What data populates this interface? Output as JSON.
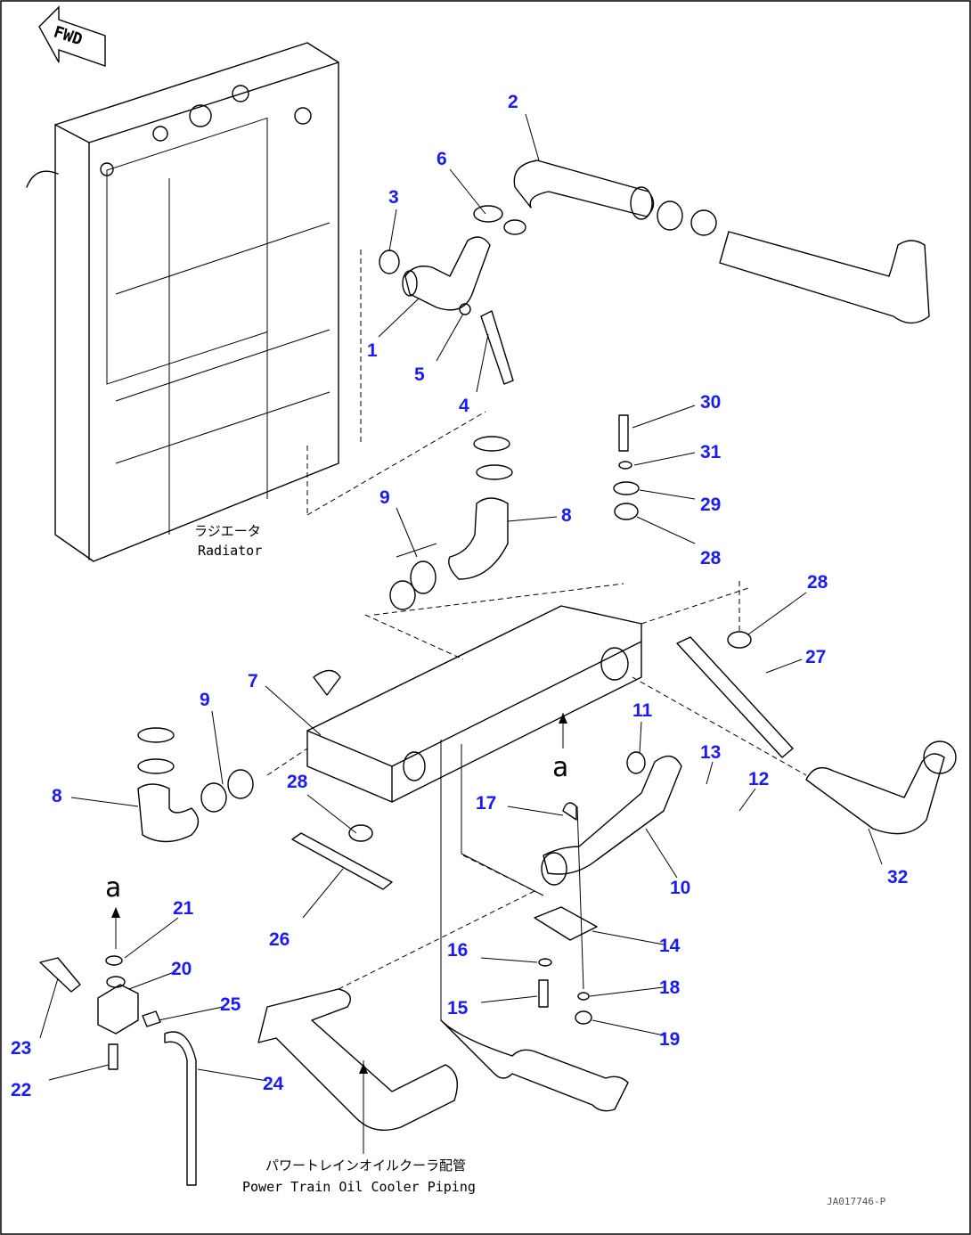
{
  "fwd_label": "FWD",
  "captions": {
    "radiator_jp": "ラジエータ",
    "radiator_en": "Radiator",
    "piping_jp": "パワートレインオイルクーラ配管",
    "piping_en": "Power Train Oil Cooler Piping"
  },
  "view_markers": {
    "upper": "a",
    "lower": "a"
  },
  "drawing_code": "JA017746-P",
  "callouts": [
    "1",
    "2",
    "3",
    "4",
    "5",
    "6",
    "7",
    "8",
    "8",
    "9",
    "9",
    "10",
    "11",
    "12",
    "13",
    "14",
    "15",
    "16",
    "17",
    "18",
    "19",
    "20",
    "21",
    "22",
    "23",
    "24",
    "25",
    "26",
    "27",
    "28",
    "28",
    "28",
    "29",
    "30",
    "31",
    "32"
  ]
}
